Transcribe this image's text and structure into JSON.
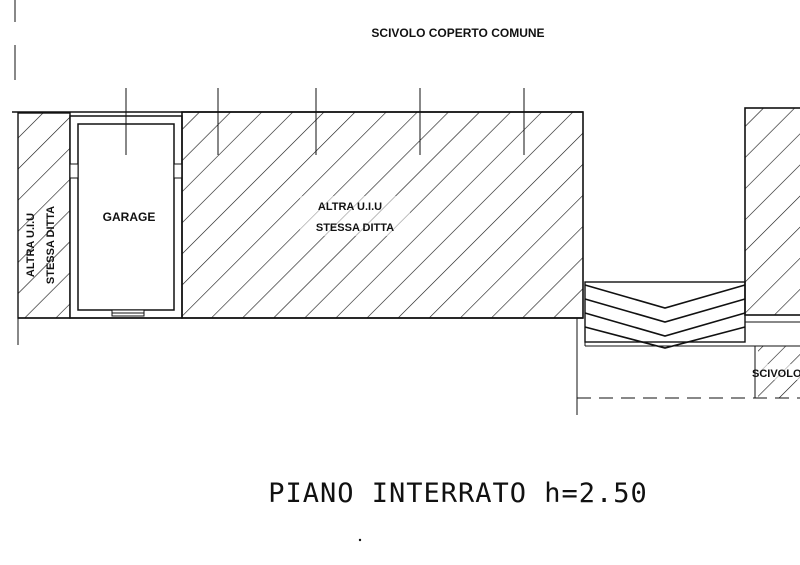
{
  "top_label": "SCIVOLO COPERTO COMUNE",
  "garage_label": "GARAGE",
  "left_label_line1": "ALTRA U.I.U",
  "left_label_line2": "STESSA DITTA",
  "center_label_line1": "ALTRA U.I.U",
  "center_label_line2": "STESSA DITTA",
  "right_label": "SCIVOLO",
  "floor_title": "PIANO INTERRATO h=2.50"
}
